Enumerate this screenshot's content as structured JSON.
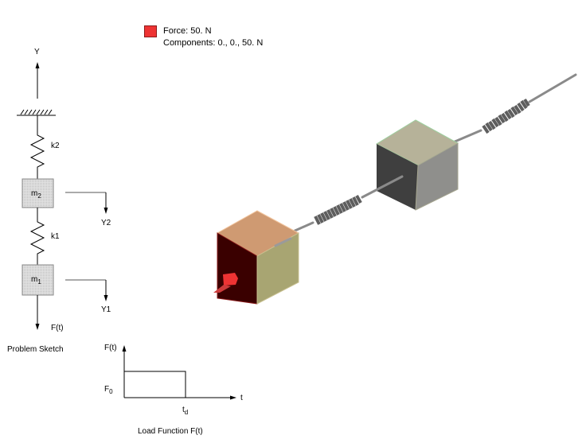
{
  "legend": {
    "swatch_color": "#ee3333",
    "force_label": "Force: 50. N",
    "components_label": "Components: 0., 0., 50. N"
  },
  "sketch": {
    "y_axis_label": "Y",
    "k2_label": "k2",
    "k1_label": "k1",
    "m2_label": "m",
    "m2_sub": "2",
    "m1_label": "m",
    "m1_sub": "1",
    "y2_label": "Y2",
    "y1_label": "Y1",
    "force_label": "F(t)",
    "caption": "Problem Sketch"
  },
  "load_function": {
    "y_label": "F(t)",
    "f0_label": "F",
    "f0_sub": "0",
    "t_label": "t",
    "td_label": "t",
    "td_sub": "d",
    "caption": "Load Function F(t)"
  },
  "model_view": {
    "mass1_colors": {
      "top": "#cf9a72",
      "front": "#3a0000",
      "side": "#a8a572"
    },
    "mass2_colors": {
      "top": "#b6b299",
      "front": "#3f3f3f",
      "side": "#8f8f8c"
    },
    "spring_color": "#6e6e6e",
    "force_arrow_color": "#ee3333"
  }
}
